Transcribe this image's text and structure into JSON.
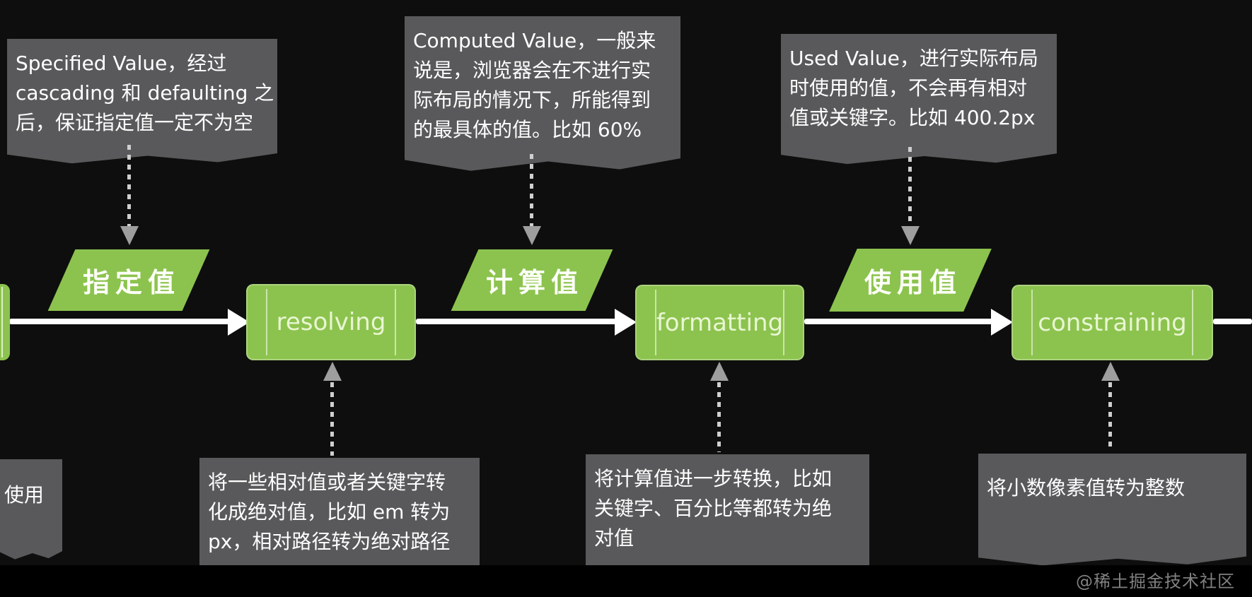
{
  "colors": {
    "background": "#0e0e0e",
    "callout_bg": "#59595b",
    "green": "#8cc34e",
    "flow_line": "#ffffff",
    "dotted_arrow": "#cfcfcf",
    "watermark_text": "#818181"
  },
  "callouts": {
    "specified": {
      "lines": [
        "Specified Value，经过",
        "cascading 和 defaulting 之",
        "后，保证指定值一定不为空"
      ]
    },
    "computed": {
      "lines": [
        "Computed Value，一般来",
        "说是，浏览器会在不进行实",
        "际布局的情况下，所能得到",
        "的最具体的值。比如 60%"
      ]
    },
    "used": {
      "lines": [
        "Used Value，进行实际布局",
        "时使用的值，不会再有相对",
        "值或关键字。比如 400.2px"
      ]
    },
    "resolving_note": {
      "lines": [
        "将一些相对值或者关键字转",
        "化成绝对值，比如 em 转为",
        "px，相对路径转为绝对路径"
      ]
    },
    "formatting_note": {
      "lines": [
        "将计算值进一步转换，比如",
        "关键字、百分比等都转为绝",
        "对值"
      ]
    },
    "constraining_note": {
      "lines": [
        "将小数像素值转为整数"
      ]
    },
    "partial_left": {
      "lines": [
        "使用"
      ]
    }
  },
  "flow": {
    "parallelograms": [
      {
        "label": "指定值"
      },
      {
        "label": "计算值"
      },
      {
        "label": "使用值"
      }
    ],
    "processes": [
      {
        "label": "resolving"
      },
      {
        "label": "formatting"
      },
      {
        "label": "constraining"
      }
    ]
  },
  "watermark": "@稀土掘金技术社区"
}
